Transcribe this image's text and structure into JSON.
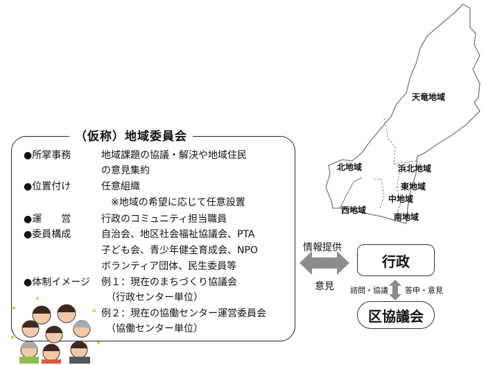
{
  "committee": {
    "title": "（仮称）地域委員会",
    "rows": [
      {
        "label": "●所掌事務",
        "lines": [
          "地域課題の協議・解決や地域住民",
          "の意見集約"
        ]
      },
      {
        "label": "●位置付け",
        "lines": [
          "任意組織",
          "　※地域の希望に応じて任意設置"
        ]
      },
      {
        "label": "●運　　営",
        "lines": [
          "行政のコミュニティ担当職員"
        ]
      },
      {
        "label": "●委員構成",
        "lines": [
          "自治会、地区社会福祉協議会、PTA",
          "子ども会、青少年健全育成会、NPO",
          "ボランティア団体、民生委員等"
        ]
      },
      {
        "label": "●体制イメージ",
        "lines": [
          "例１：現在のまちづくり協議会",
          "　（行政センター単位）",
          "例２：現在の協働センター運営委員会",
          "　（協働センター単位）"
        ]
      }
    ]
  },
  "map": {
    "regions": [
      "天竜地域",
      "北地域",
      "浜北地域",
      "東地域",
      "中地域",
      "西地域",
      "南地域"
    ]
  },
  "flow": {
    "arrow_top_label": "情報提供",
    "arrow_bottom_label": "意見",
    "gyosei": "行政",
    "ku_council": "区協議会",
    "left_vertical_label": "諮問・協議",
    "right_vertical_label": "答申・意見"
  },
  "colors": {
    "arrow": "#8c8c8c",
    "border": "#222222"
  }
}
